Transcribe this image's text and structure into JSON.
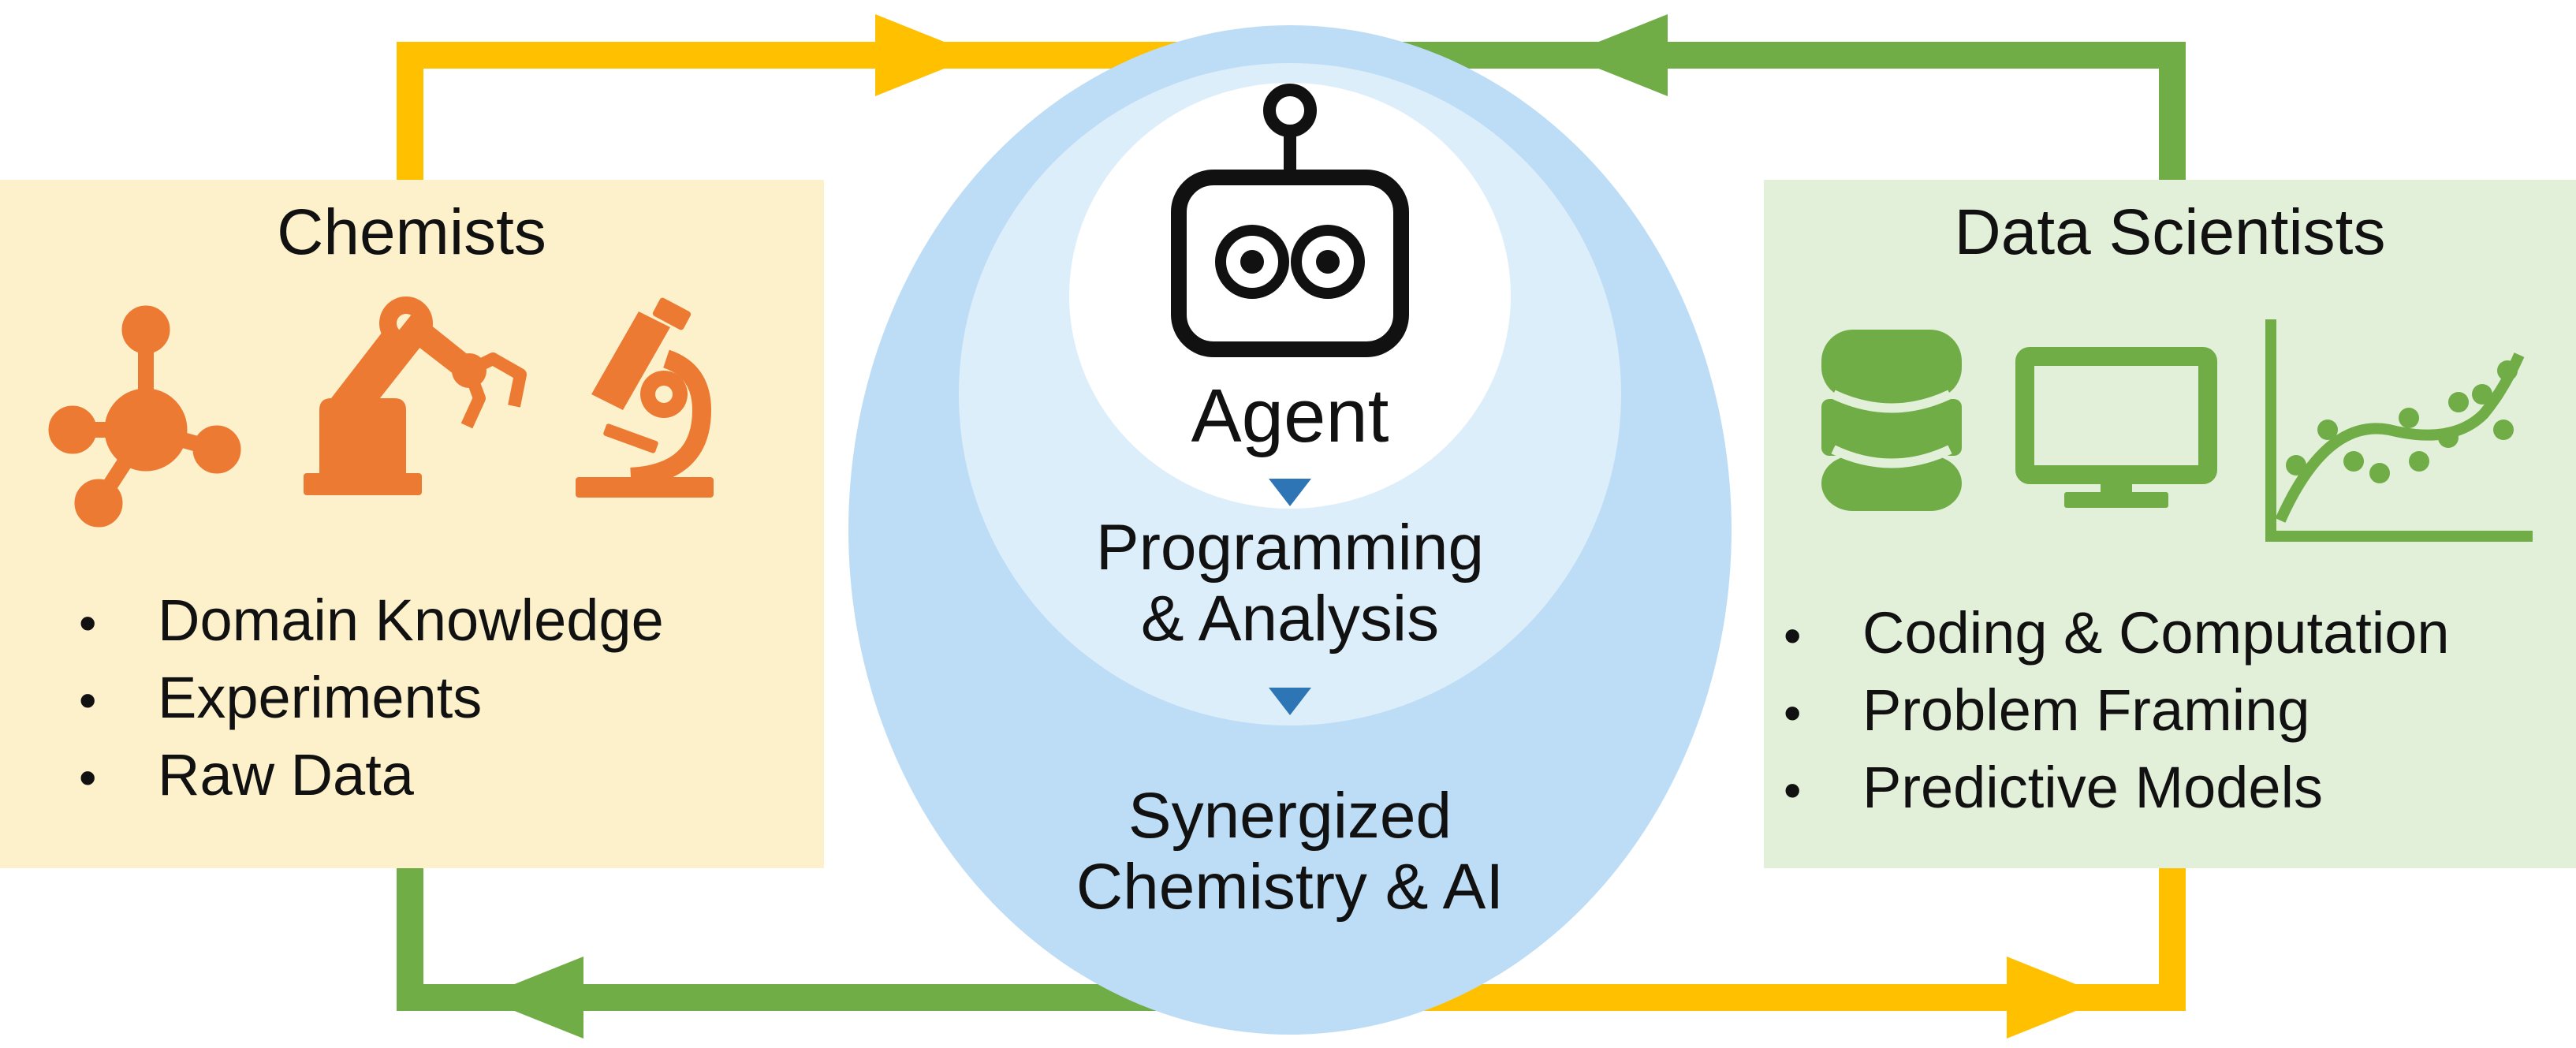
{
  "colors": {
    "chemist_panel": "#fdf1cc",
    "data_panel": "#e2efd9",
    "chemist_icon": "#ec7a33",
    "data_icon": "#70ad47",
    "loop_yellow": "#ffc000",
    "loop_green": "#70ad47",
    "outer_circle": "#bdddf6",
    "middle_circle": "#ddeefb",
    "inner_circle": "#ffffff",
    "flow_arrow": "#2e75b6",
    "text": "#111111"
  },
  "chemists": {
    "title": "Chemists",
    "icons": [
      "molecule-icon",
      "robotic-arm-icon",
      "microscope-icon"
    ],
    "bullet": "•",
    "items": [
      "Domain Knowledge",
      "Experiments",
      "Raw Data"
    ]
  },
  "data_scientists": {
    "title": "Data Scientists",
    "icons": [
      "database-icon",
      "monitor-icon",
      "scatter-plot-icon"
    ],
    "bullet": "•",
    "items": [
      "Coding & Computation",
      "Problem Framing",
      "Predictive Models"
    ]
  },
  "center": {
    "icon": "robot-icon",
    "agent": "Agent",
    "programming": [
      "Programming",
      "& Analysis"
    ],
    "synergized": [
      "Synergized",
      "Chemistry & AI"
    ]
  }
}
